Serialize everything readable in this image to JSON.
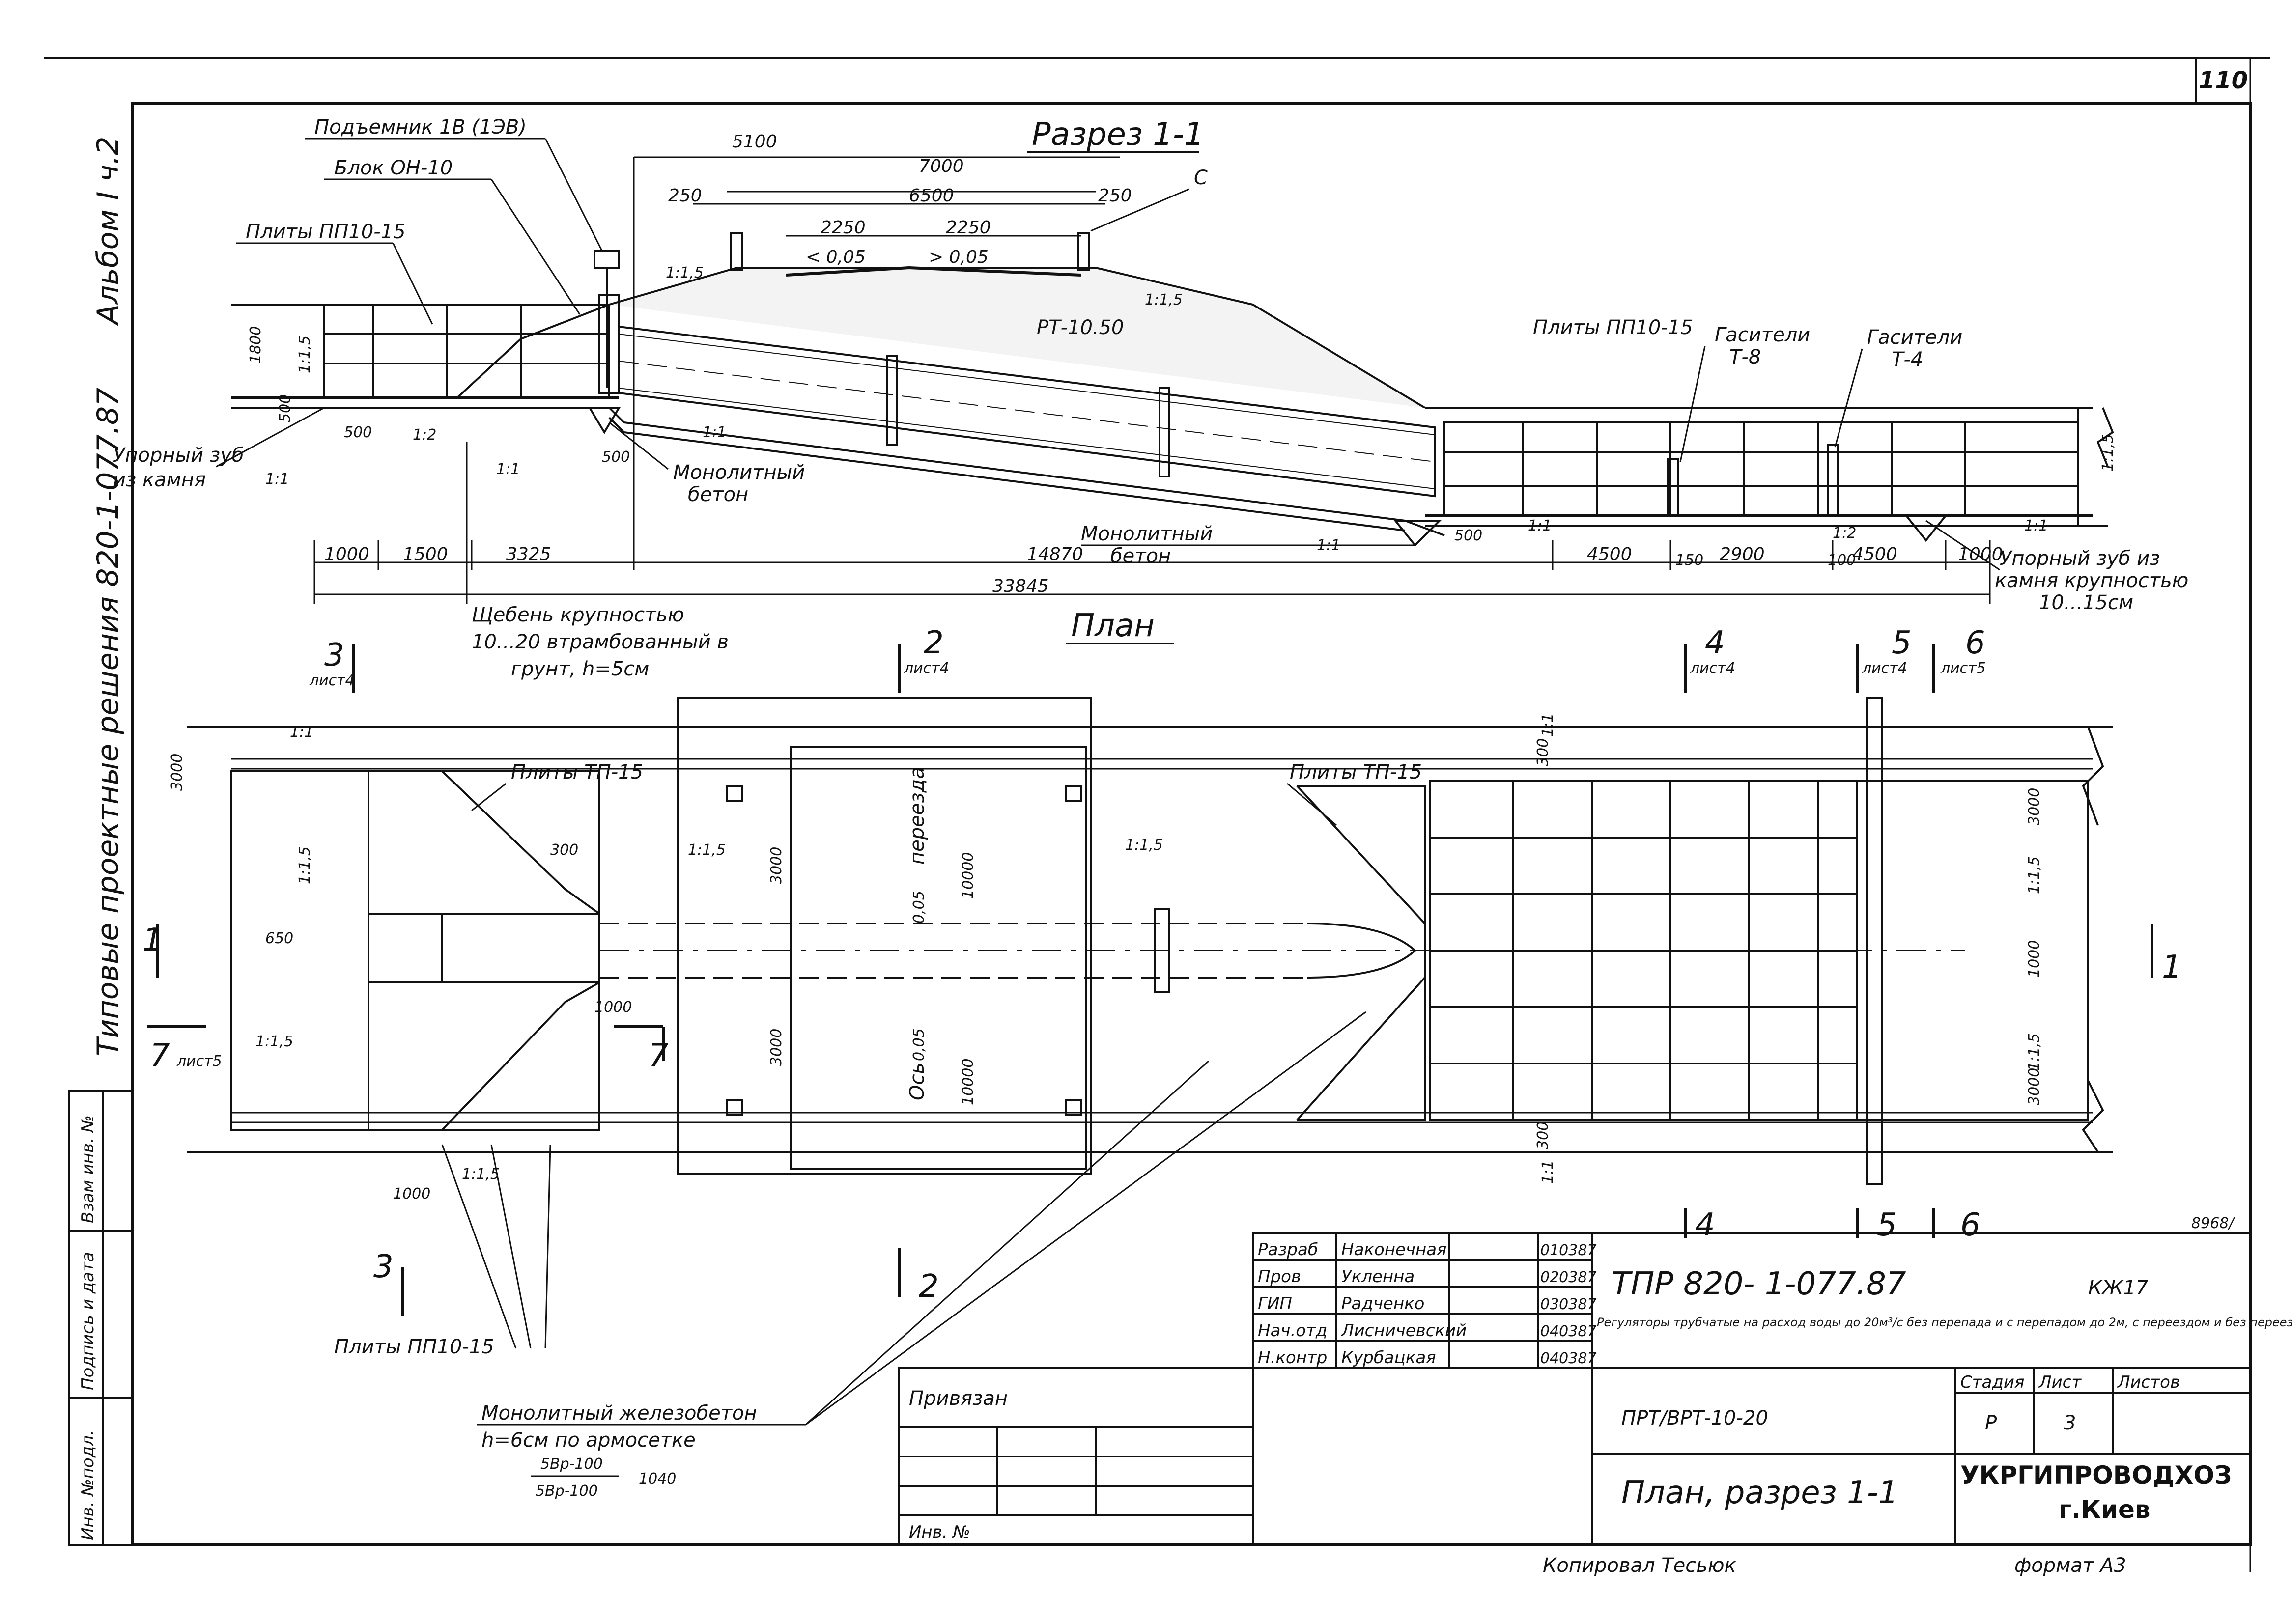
{
  "page_number": "110",
  "side_label": {
    "album": "Альбом I ч.2",
    "series": "Типовые проектные решения 820-1-077.87"
  },
  "side_stamp": [
    "Инв. №подл.",
    "Подпись и дата",
    "Взам инв. №"
  ],
  "section": {
    "title": "Разрез 1-1",
    "labels": {
      "lift": "Подъемник 1В (1ЭВ)",
      "block": "Блок ОН-10",
      "slabs_left": "Плиты ПП10-15",
      "slabs_right": "Плиты ПП10-15",
      "pipe": "РТ-10.50",
      "c": "С",
      "dampers_t8": [
        "Гасители",
        "Т-8"
      ],
      "dampers_t4": [
        "Гасители",
        "Т-4"
      ],
      "stop_left": [
        "Упорный зуб",
        "из камня"
      ],
      "stop_right": [
        "Упорный зуб из",
        "камня крупностью",
        "10...15см"
      ],
      "concrete_1": [
        "Монолитный",
        "бетон"
      ],
      "concrete_2": [
        "Монолитный",
        "бетон"
      ],
      "gravel": [
        "Щебень крупностью",
        "10...20 втрамбованный в",
        "грунт, h=5см"
      ]
    },
    "dims_top": [
      "5100",
      "7000",
      "250",
      "6500",
      "250",
      "2250",
      "2250",
      "< 0,05",
      "> 0,05"
    ],
    "slopes": [
      "1:1,5",
      "1:1,5",
      "1:1,5",
      "1:1,5",
      "1:1",
      "1:1",
      "1:2",
      "1:2",
      "1:1",
      "1:1",
      "1:1",
      "1:1"
    ],
    "dims_small": [
      "1800",
      "500",
      "500",
      "500",
      "500",
      "100",
      "150"
    ],
    "dims_bottom": [
      "1000",
      "1500",
      "3325",
      "14870",
      "4500",
      "2900",
      "4500",
      "1000"
    ],
    "dim_total": "33845"
  },
  "plan": {
    "title": "План",
    "cuts": [
      {
        "num": "3",
        "sheet": "лист4"
      },
      {
        "num": "2",
        "sheet": "лист4"
      },
      {
        "num": "4",
        "sheet": "лист4"
      },
      {
        "num": "5",
        "sheet": "лист4"
      },
      {
        "num": "6",
        "sheet": "лист5"
      },
      {
        "num": "7",
        "sheet": "лист5"
      }
    ],
    "cut_marks_bottom": [
      "3",
      "2",
      "4",
      "5",
      "6"
    ],
    "section_mark": "1",
    "labels": {
      "slabs_tp_left": "Плиты ТП-15",
      "slabs_tp_right": "Плиты ТП-15",
      "slabs_pp": "Плиты ПП10-15",
      "crossing": "переезда",
      "axis": "Ось"
    },
    "dims": [
      "3000",
      "300",
      "650",
      "3000",
      "3000",
      "10000",
      "10000",
      "0,05",
      "0,05",
      "1000",
      "300",
      "300",
      "3000",
      "1000",
      "3000",
      "1000"
    ],
    "slopes": [
      "1:1",
      "1:1,5",
      "1:1,5",
      "1:1,5",
      "1:1,5",
      "1:1,5",
      "1:1",
      "1:1",
      "1:1,5",
      "1:1,5"
    ],
    "note_code": "8968/"
  },
  "concrete_note": {
    "lines": [
      "Монолитный железобетон",
      "h=6см по армосетке"
    ],
    "fraction_top": "5Вр-100",
    "fraction_bottom": "5Вр-100",
    "size": "1040"
  },
  "title_block": {
    "roles": [
      {
        "role": "Разраб",
        "name": "Наконечная",
        "date": "010387"
      },
      {
        "role": "Пров",
        "name": "Укленна",
        "date": "020387"
      },
      {
        "role": "ГИП",
        "name": "Радченко",
        "date": "030387"
      },
      {
        "role": "Нач.отд",
        "name": "Лисничевский",
        "date": "040387"
      },
      {
        "role": "Н.контр",
        "name": "Курбацкая",
        "date": "040387"
      }
    ],
    "doc_code": "ТПР 820- 1-077.87",
    "sheet_mark": "КЖ17",
    "description": "Регуляторы трубчатые на расход воды до 20м³/с без перепада и с перепадом до 2м, с переездом и без переезда на оросительных системах",
    "object": "ПРТ/ВРТ-10-20",
    "stage_label": "Стадия",
    "sheet_label": "Лист",
    "sheets_label": "Листов",
    "stage": "Р",
    "sheet": "3",
    "sheets": "",
    "drawing_name": "План, разрез 1-1",
    "org": "УКРГИПРОВОДХОЗ",
    "city": "г.Киев",
    "bound_label": "Привязан",
    "inv_label": "Инв. №",
    "copied": "Копировал Тесьюк",
    "format": "формат А3"
  }
}
